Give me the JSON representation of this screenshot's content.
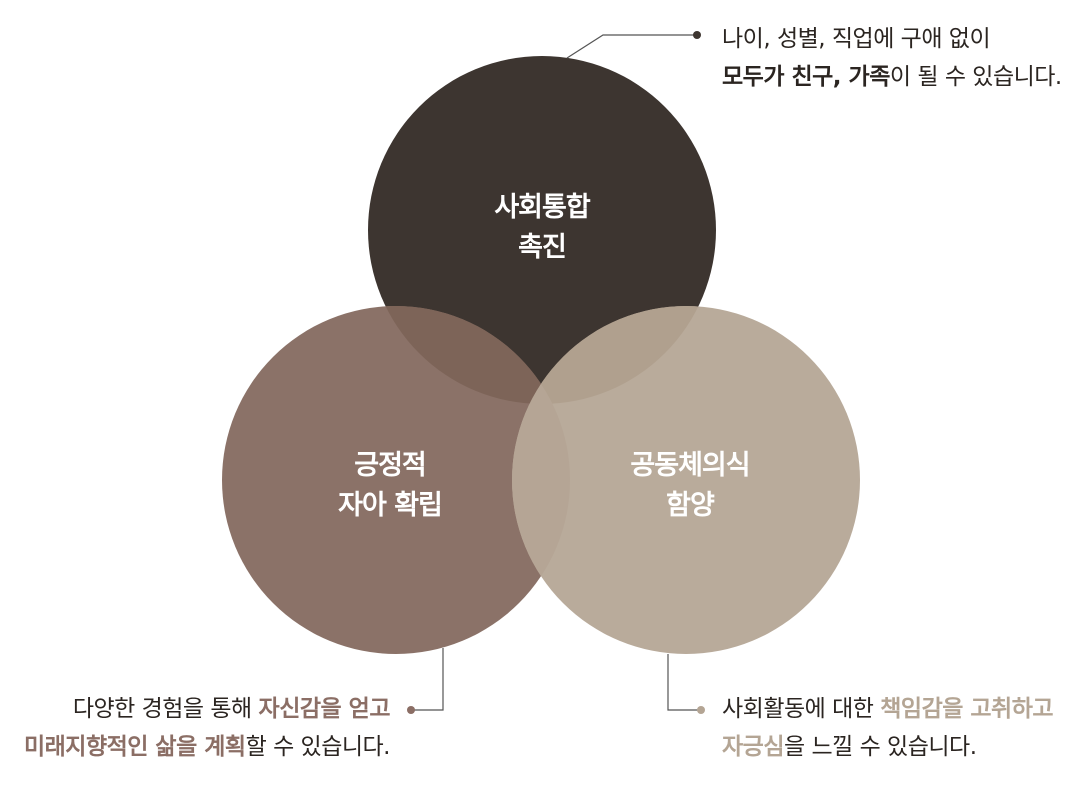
{
  "colors": {
    "circle_top": "#3d3530",
    "circle_left": "#8b7268",
    "circle_right": "#b9ab9b",
    "overlap_top_left": "#7d6458",
    "overlap_top_right": "#b0a08e",
    "overlap_left_right": "#b5a595",
    "highlight_left": "#8b6e65",
    "highlight_right": "#b4a594",
    "leader_line": "#555555"
  },
  "circles": {
    "top": {
      "line1": "사회통합",
      "line2": "촉진"
    },
    "left": {
      "line1": "긍정적",
      "line2": "자아 확립"
    },
    "right": {
      "line1": "공동체의식",
      "line2": "함양"
    }
  },
  "annotations": {
    "top": {
      "line1": "나이, 성별, 직업에 구애 없이",
      "line2_bold": "모두가 친구, 가족",
      "line2_rest": "이 될 수 있습니다."
    },
    "left": {
      "line1_pre": "다양한 경험을 통해 ",
      "line1_bold": "자신감을 얻고",
      "line2_bold": "미래지향적인 삶을 계획",
      "line2_rest": "할 수 있습니다."
    },
    "right": {
      "line1_pre": "사회활동에 대한 ",
      "line1_bold": "책임감을 고취하고",
      "line2_bold": "자긍심",
      "line2_rest": "을 느낄 수 있습니다."
    }
  }
}
